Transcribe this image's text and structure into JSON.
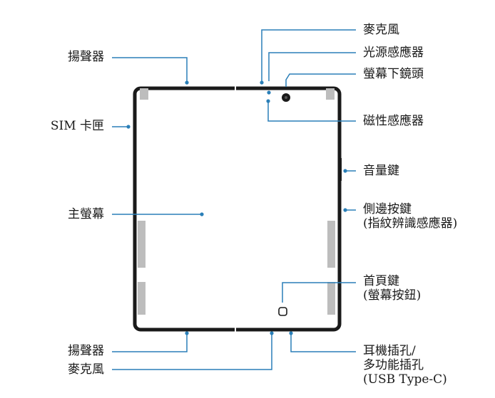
{
  "colors": {
    "leader": "#2a7fb8",
    "device_outline": "#1a1a1a",
    "hinge_strip": "#bdbdbd",
    "text": "#1a1a1a"
  },
  "icons": {
    "camera": "camera-lens-icon",
    "home_button": "home-button-icon"
  },
  "labels": {
    "left": {
      "speaker_top": "揚聲器",
      "sim_tray": "SIM 卡匣",
      "main_screen": "主螢幕",
      "speaker_bottom": "揚聲器",
      "mic_bottom": "麥克風"
    },
    "right": {
      "mic_top": "麥克風",
      "light_sensor": "光源感應器",
      "under_display_camera": "螢幕下鏡頭",
      "magnetic_sensor": "磁性感應器",
      "volume_key": "音量鍵",
      "side_key_line1": "側邊按鍵",
      "side_key_line2": "(指紋辨識感應器)",
      "home_key_line1": "首頁鍵",
      "home_key_line2": "(螢幕按鈕)",
      "port_line1": "耳機插孔/",
      "port_line2": "多功能插孔",
      "port_line3": "(USB Type-C)"
    }
  }
}
